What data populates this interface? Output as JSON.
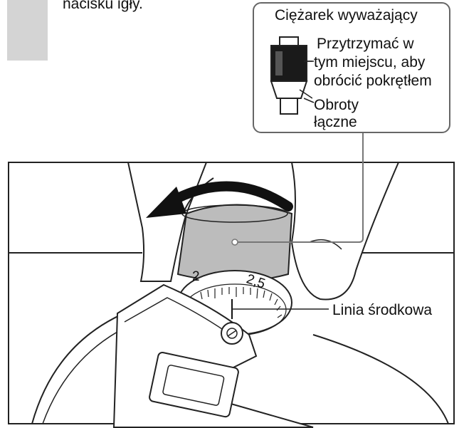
{
  "heading": {
    "fragment": "nacisku igły."
  },
  "callout": {
    "title": "Ciężarek wyważający",
    "hold_lines": [
      "Przytrzymać w",
      "tym miejscu, aby",
      "obrócić pokrętłem"
    ],
    "rotate_lines": [
      "Obroty",
      "łączne"
    ]
  },
  "dial": {
    "scale_labels": [
      "2",
      "2,5"
    ]
  },
  "labels": {
    "center_line": "Linia środkowa"
  }
}
